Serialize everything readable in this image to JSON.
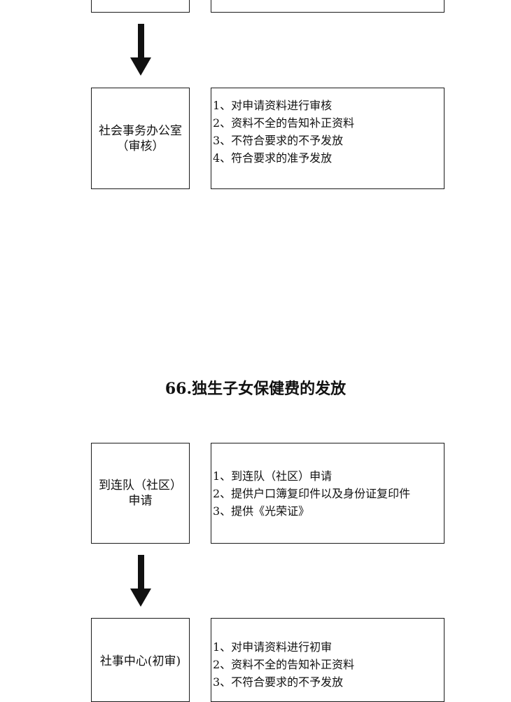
{
  "section_a": {
    "step2": {
      "line1": "社会事务办公室",
      "line2": "（审核）",
      "items": [
        "1、对申请资料进行审核",
        "2、资料不全的告知补正资料",
        "3、不符合要求的不予发放",
        "4、符合要求的准予发放"
      ]
    }
  },
  "section_b": {
    "title": "66.独生子女保健费的发放",
    "step1": {
      "line1": "到连队（社区）",
      "line2": "申请",
      "items": [
        "1、到连队（社区）申请",
        "2、提供户口簿复印件以及身份证复印件",
        "3、提供《光荣证》"
      ]
    },
    "step2": {
      "line1": "社事中心(初审)",
      "items": [
        "1、对申请资料进行初审",
        "2、资料不全的告知补正资料",
        "3、不符合要求的不予发放"
      ]
    }
  }
}
